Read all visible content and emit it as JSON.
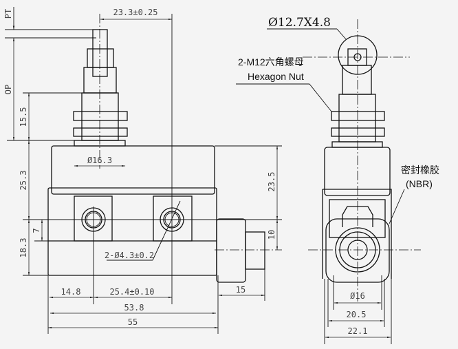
{
  "left_view": {
    "pt": "PT",
    "op": "OP",
    "dim_23_3": "23.3±0.25",
    "dim_15_5": "15.5",
    "dim_16_3": "Ø16.3",
    "dim_25_3": "25.3",
    "dim_18_3": "18.3",
    "dim_7": "7",
    "dim_23_5": "23.5",
    "dim_10": "10",
    "hole_note": "2-Ø4.3±0.2",
    "dim_14_8": "14.8",
    "dim_25_4": "25.4±0.10",
    "dim_15": "15",
    "dim_53_8": "53.8",
    "dim_55": "55"
  },
  "right_view": {
    "roller": "Ø12.7X4.8",
    "nut_cn": "2-M12六角螺母",
    "nut_en": "Hexagon Nut",
    "seal_cn": "密封橡胶",
    "seal_en": "(NBR)",
    "dim_16": "Ø16",
    "dim_20_5": "20.5",
    "dim_22_1": "22.1"
  }
}
